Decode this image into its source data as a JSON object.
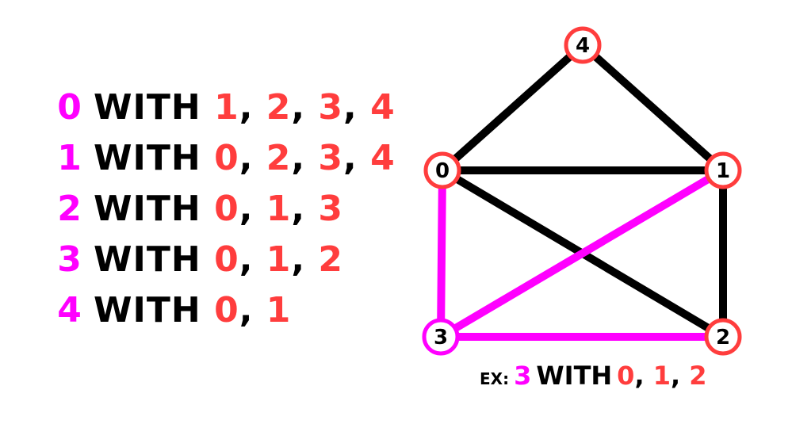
{
  "adjacency": [
    {
      "node": "0",
      "word": "WITH",
      "neighbors": [
        "1",
        "2",
        "3",
        "4"
      ]
    },
    {
      "node": "1",
      "word": "WITH",
      "neighbors": [
        "0",
        "2",
        "3",
        "4"
      ]
    },
    {
      "node": "2",
      "word": "WITH",
      "neighbors": [
        "0",
        "1",
        "3"
      ]
    },
    {
      "node": "3",
      "word": "WITH",
      "neighbors": [
        "0",
        "1",
        "2"
      ]
    },
    {
      "node": "4",
      "word": "WITH",
      "neighbors": [
        "0",
        "1"
      ]
    }
  ],
  "graph": {
    "nodes": [
      "0",
      "1",
      "2",
      "3",
      "4"
    ],
    "edges": [
      [
        "4",
        "0"
      ],
      [
        "4",
        "1"
      ],
      [
        "0",
        "1"
      ],
      [
        "0",
        "2"
      ],
      [
        "1",
        "2"
      ],
      [
        "0",
        "3"
      ],
      [
        "3",
        "1"
      ],
      [
        "3",
        "2"
      ]
    ],
    "highlighted_node": "3"
  },
  "caption": {
    "prefix": "EX:",
    "node": "3",
    "word": "WITH",
    "neighbors": [
      "0",
      "1",
      "2"
    ]
  },
  "colors": {
    "highlight": "#ff00ff",
    "neighbor": "#ff3d3d",
    "edge": "#000000",
    "node_fill": "#ffffff"
  }
}
